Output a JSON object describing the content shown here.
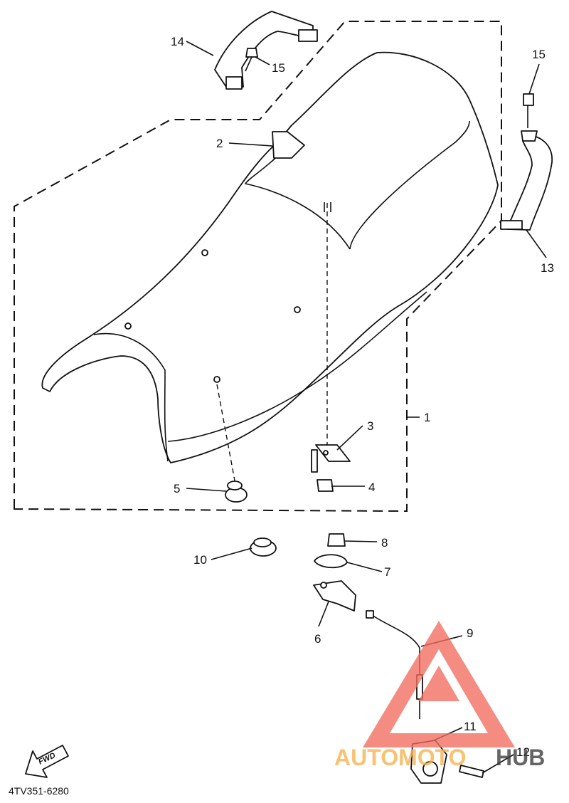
{
  "diagram": {
    "code": "4TV351-6280",
    "fwd_label": "FWD",
    "callouts": {
      "c1": "1",
      "c2": "2",
      "c3": "3",
      "c4": "4",
      "c5": "5",
      "c6": "6",
      "c7": "7",
      "c8": "8",
      "c9": "9",
      "c10": "10",
      "c11": "11",
      "c12": "12",
      "c13": "13",
      "c14": "14",
      "c15a": "15",
      "c15b": "15"
    }
  },
  "watermark": {
    "text_part1": "AUTOMOTO",
    "text_part2": "HUB",
    "color_primary": "#f26d60",
    "color_text1": "#f5b24a",
    "color_text2": "#3b3b3b"
  }
}
